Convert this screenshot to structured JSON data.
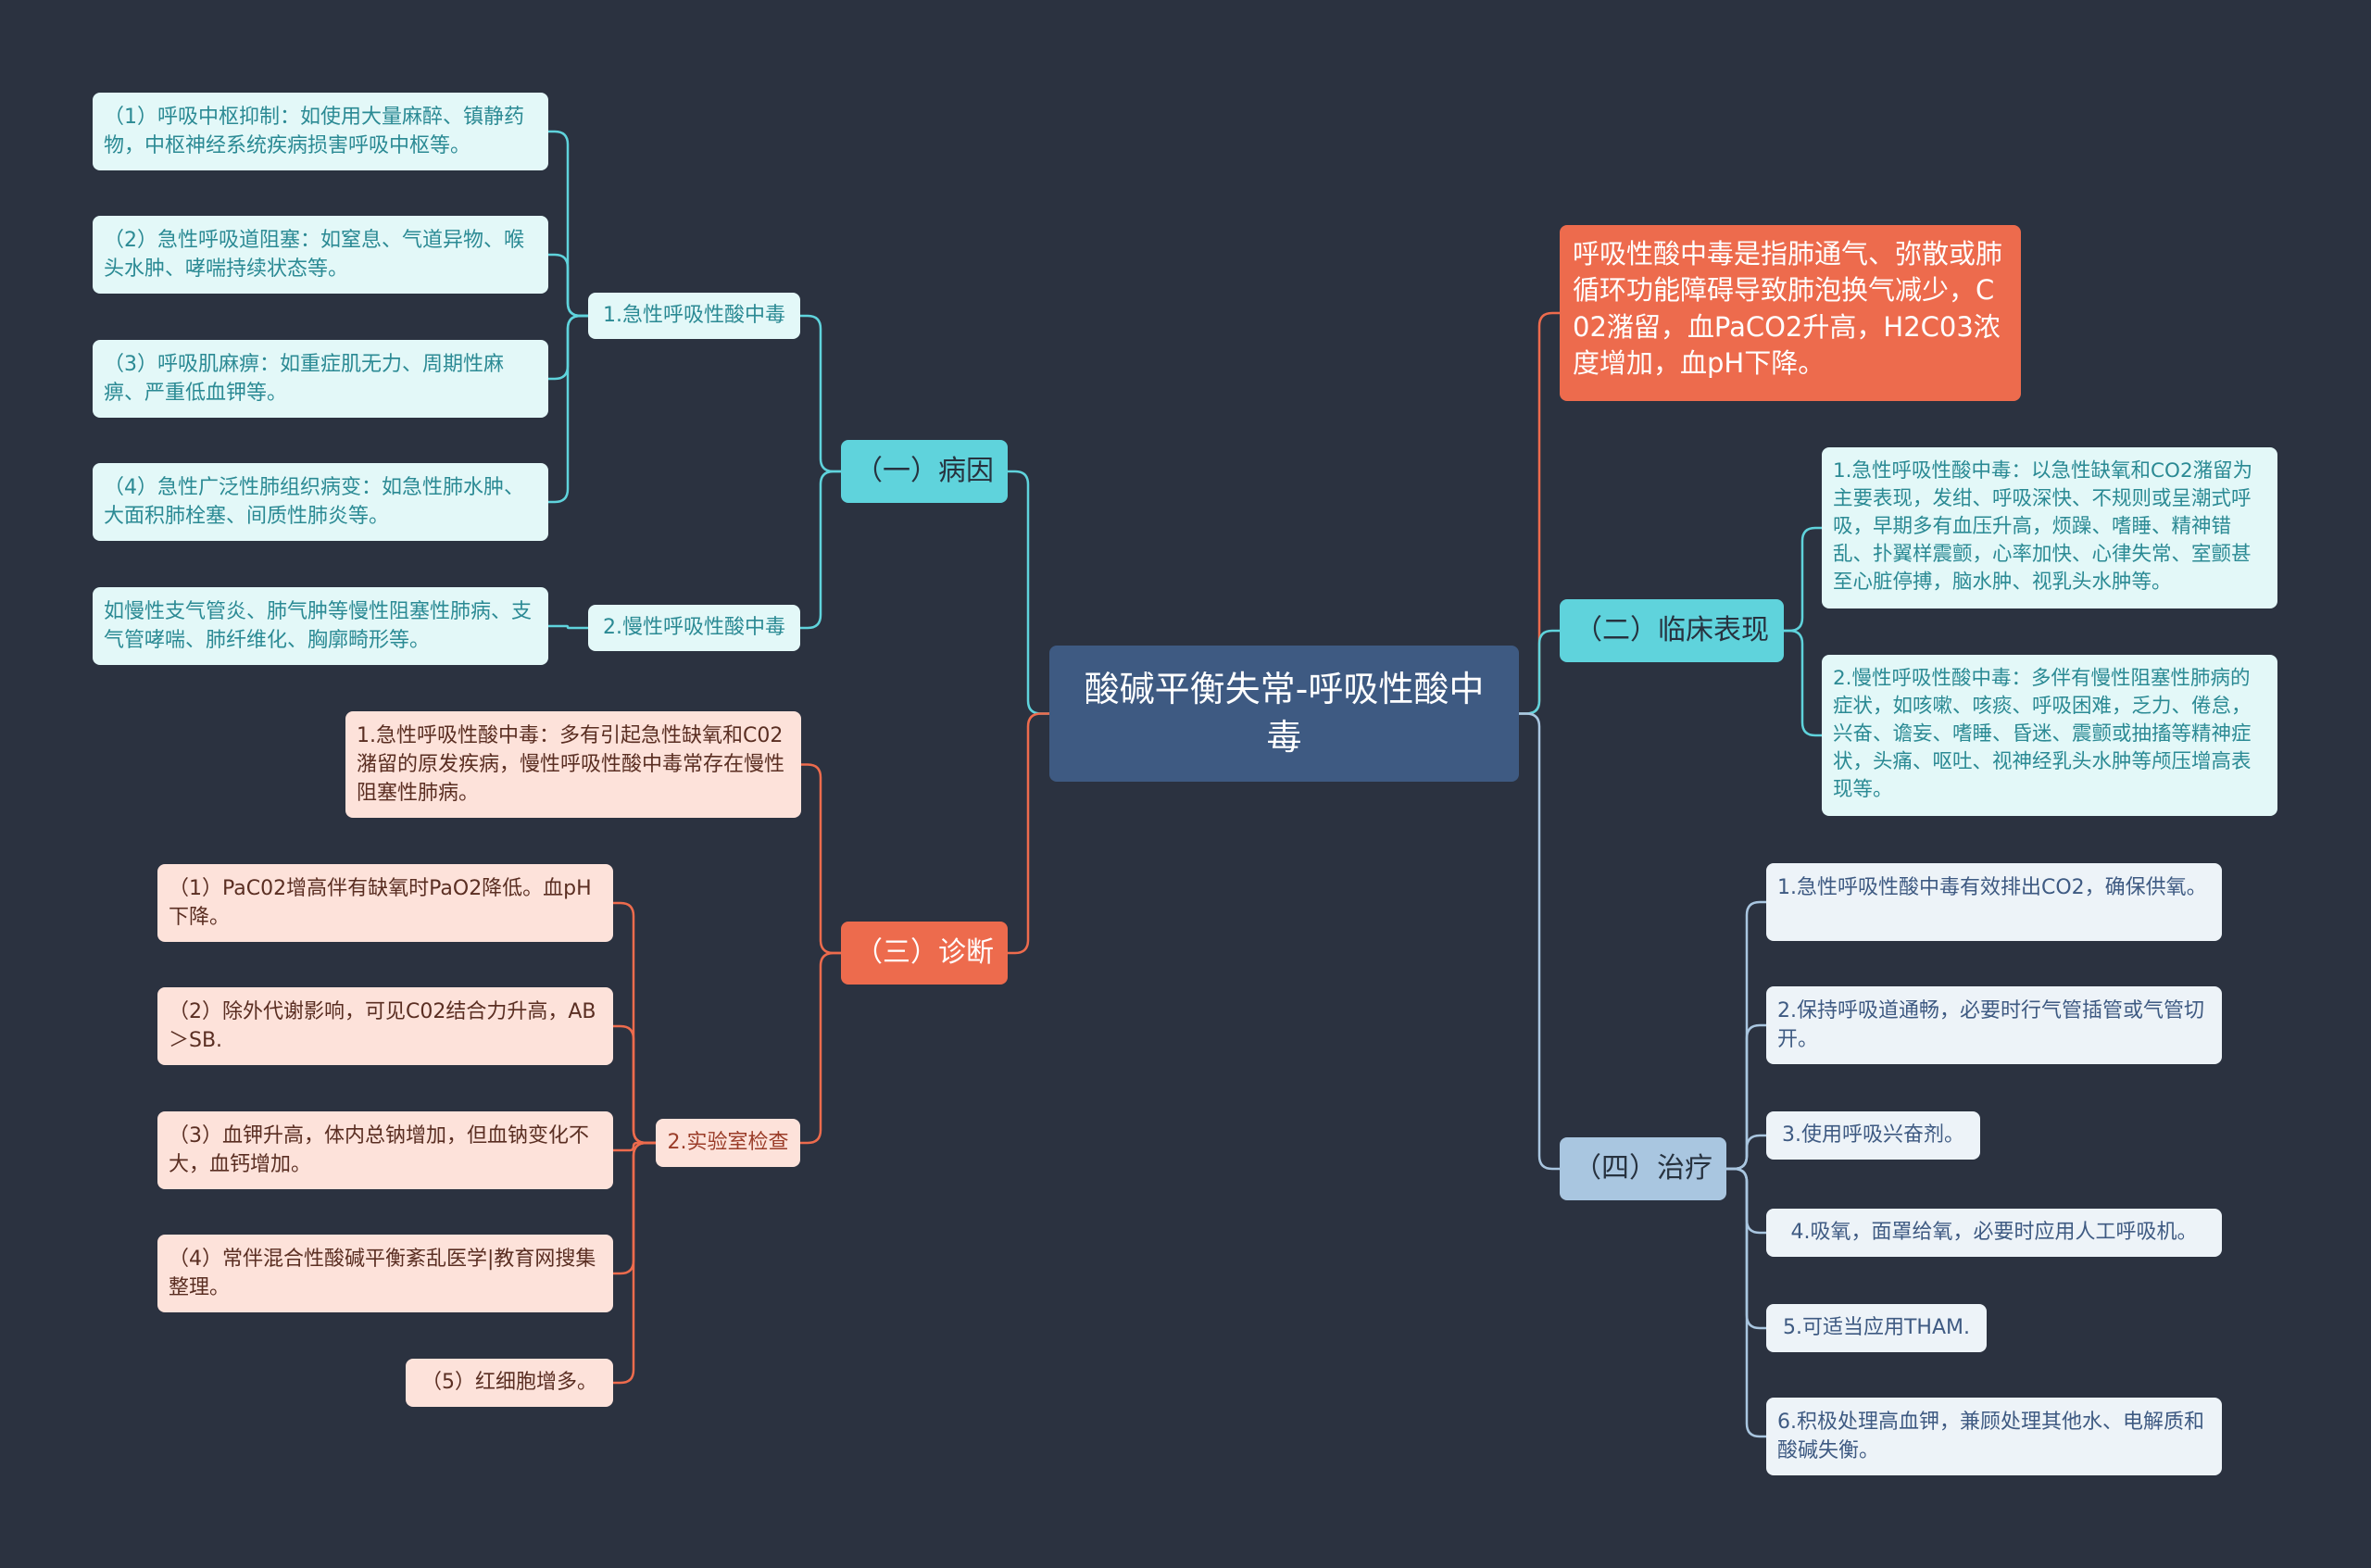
{
  "center": "酸碱平衡失常-呼吸性酸中毒",
  "left": {
    "cause": {
      "label": "（一）病因",
      "acute": {
        "label": "1.急性呼吸性酸中毒",
        "items": [
          "（1）呼吸中枢抑制：如使用大量麻醉、镇静药物，中枢神经系统疾病损害呼吸中枢等。",
          "（2）急性呼吸道阻塞：如窒息、气道异物、喉头水肿、哮喘持续状态等。",
          "（3）呼吸肌麻痹：如重症肌无力、周期性麻痹、严重低血钾等。",
          "（4）急性广泛性肺组织病变：如急性肺水肿、大面积肺栓塞、间质性肺炎等。"
        ]
      },
      "chronic": {
        "label": "2.慢性呼吸性酸中毒",
        "items": [
          "如慢性支气管炎、肺气肿等慢性阻塞性肺病、支气管哮喘、肺纤维化、胸廓畸形等。"
        ]
      }
    },
    "diagnosis": {
      "label": "（三）诊断",
      "acute_text": "1.急性呼吸性酸中毒：多有引起急性缺氧和C02潴留的原发疾病，慢性呼吸性酸中毒常存在慢性阻塞性肺病。",
      "lab": {
        "label": "2.实验室检查",
        "items": [
          "（1）PaC02增高伴有缺氧时PaO2降低。血pH下降。",
          "（2）除外代谢影响，可见C02结合力升高，AB＞SB.",
          "（3）血钾升高，体内总钠增加，但血钠变化不大，血钙增加。",
          "（4）常伴混合性酸碱平衡紊乱医学|教育网搜集整理。",
          "（5）红细胞增多。"
        ]
      }
    }
  },
  "right": {
    "definition": "呼吸性酸中毒是指肺通气、弥散或肺循环功能障碍导致肺泡换气减少，C02潴留，血PaCO2升高，H2C03浓度增加，血pH下降。",
    "clinical": {
      "label": "（二）临床表现",
      "items": [
        "1.急性呼吸性酸中毒：以急性缺氧和CO2潴留为主要表现，发绀、呼吸深快、不规则或呈潮式呼吸，早期多有血压升高，烦躁、嗜睡、精神错乱、扑翼样震颤，心率加快、心律失常、室颤甚至心脏停搏，脑水肿、视乳头水肿等。",
        "2.慢性呼吸性酸中毒：多伴有慢性阻塞性肺病的症状，如咳嗽、咳痰、呼吸困难，乏力、倦怠，兴奋、谵妄、嗜睡、昏迷、震颤或抽搐等精神症状，头痛、呕吐、视神经乳头水肿等颅压增高表现等。"
      ]
    },
    "treatment": {
      "label": "（四）治疗",
      "items": [
        "1.急性呼吸性酸中毒有效排出CO2，确保供氧。",
        "2.保持呼吸道通畅，必要时行气管插管或气管切开。",
        "3.使用呼吸兴奋剂。",
        "4.吸氧，面罩给氧，必要时应用人工呼吸机。",
        "5.可适当应用THAM.",
        "6.积极处理高血钾，兼顾处理其他水、电解质和酸碱失衡。"
      ]
    }
  },
  "colors": {
    "background": "#2b3240",
    "center": "#3e5a82",
    "teal": "#5fd3dc",
    "coral": "#ed6b4d",
    "blue": "#a9c6e0"
  }
}
